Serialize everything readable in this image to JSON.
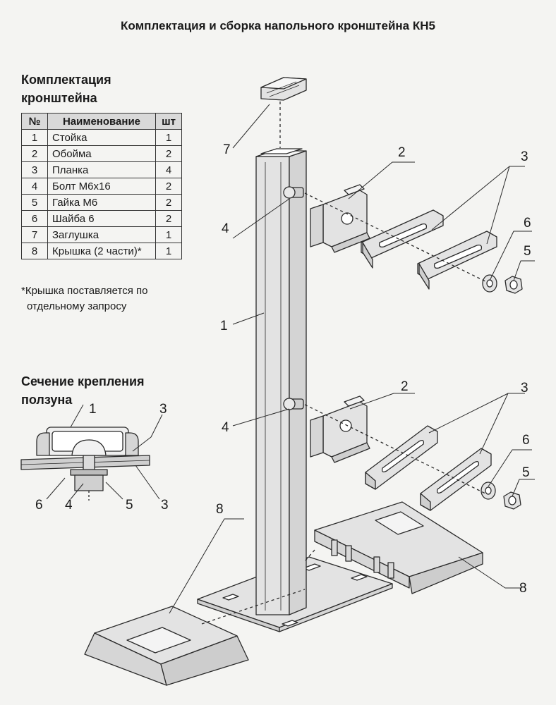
{
  "title": "Комплектация и сборка напольного кронштейна КН5",
  "kit_heading": [
    "Комплектация",
    "кронштейна"
  ],
  "table": {
    "headers": [
      "№",
      "Наименование",
      "шт"
    ],
    "rows": [
      {
        "no": "1",
        "name": "Стойка",
        "qty": "1"
      },
      {
        "no": "2",
        "name": "Обойма",
        "qty": "2"
      },
      {
        "no": "3",
        "name": "Планка",
        "qty": "4"
      },
      {
        "no": "4",
        "name": "Болт М6х16",
        "qty": "2"
      },
      {
        "no": "5",
        "name": "Гайка М6",
        "qty": "2"
      },
      {
        "no": "6",
        "name": "Шайба 6",
        "qty": "2"
      },
      {
        "no": "7",
        "name": "Заглушка",
        "qty": "1"
      },
      {
        "no": "8",
        "name": "Крышка (2 части)*",
        "qty": "1"
      }
    ]
  },
  "footnote": [
    "*Крышка поставляется по",
    "отдельному запросу"
  ],
  "section_heading": [
    "Сечение крепления",
    "ползуна"
  ],
  "labels": {
    "n1": "1",
    "n2": "2",
    "n3": "3",
    "n4": "4",
    "n5": "5",
    "n6": "6",
    "n7": "7",
    "n8": "8"
  },
  "colors": {
    "metal": "#e3e3e3",
    "stroke": "#2a2a2a",
    "header_bg": "#d9d9d9"
  }
}
